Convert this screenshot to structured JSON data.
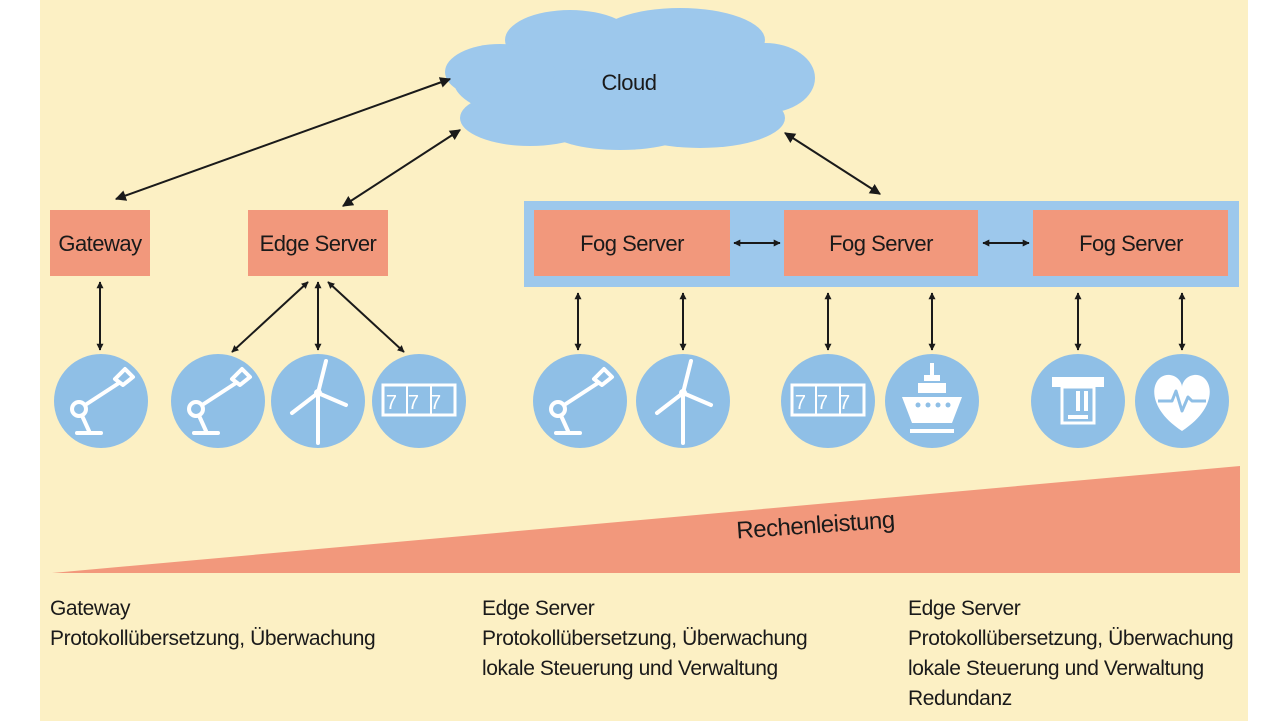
{
  "cloud": {
    "label": "Cloud"
  },
  "nodes": {
    "gateway": {
      "label": "Gateway"
    },
    "edge_server": {
      "label": "Edge Server"
    },
    "fog_servers": [
      {
        "label": "Fog Server"
      },
      {
        "label": "Fog Server"
      },
      {
        "label": "Fog Server"
      }
    ]
  },
  "devices": {
    "slot_text": "777"
  },
  "gradient_bar": {
    "label": "Rechenleistung"
  },
  "descriptions": [
    {
      "lines": [
        "Gateway",
        "Protokollübersetzung, Überwachung"
      ]
    },
    {
      "lines": [
        "Edge Server",
        "Protokollübersetzung, Überwachung",
        "lokale Steuerung und Verwaltung"
      ]
    },
    {
      "lines": [
        "Edge Server",
        "Protokollübersetzung, Überwachung",
        "lokale Steuerung und Verwaltung",
        "Redundanz"
      ]
    }
  ],
  "colors": {
    "background": "#fcf0c4",
    "box": "#f2987c",
    "cloud": "#9dc8ec",
    "device_circle": "#8fbfe6",
    "fog_band": "#9dc8ec",
    "wedge": "#f2987c"
  }
}
